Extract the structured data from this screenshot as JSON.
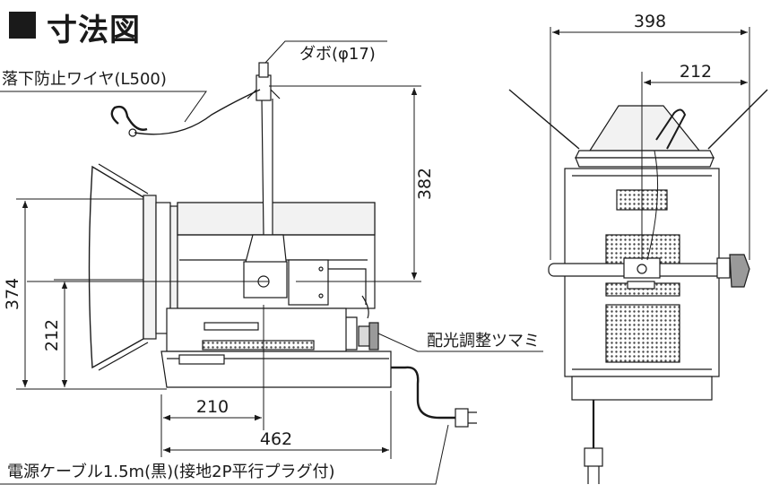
{
  "title": "寸法図",
  "labels": {
    "dabo": "ダボ(φ17)",
    "wire": "落下防止ワイヤ(L500)",
    "knob": "配光調整ツマミ",
    "cable": "電源ケーブル1.5m(黒)(接地2P平行プラグ付)"
  },
  "dimensions": {
    "d382": "382",
    "d374": "374",
    "d212_left": "212",
    "d210": "210",
    "d462": "462",
    "d398": "398",
    "d212_right": "212"
  },
  "colors": {
    "line": "#1a1a1a",
    "fill_light": "#f2f2f2",
    "fill_mid": "#d9d9d9",
    "mesh": "#555555"
  }
}
